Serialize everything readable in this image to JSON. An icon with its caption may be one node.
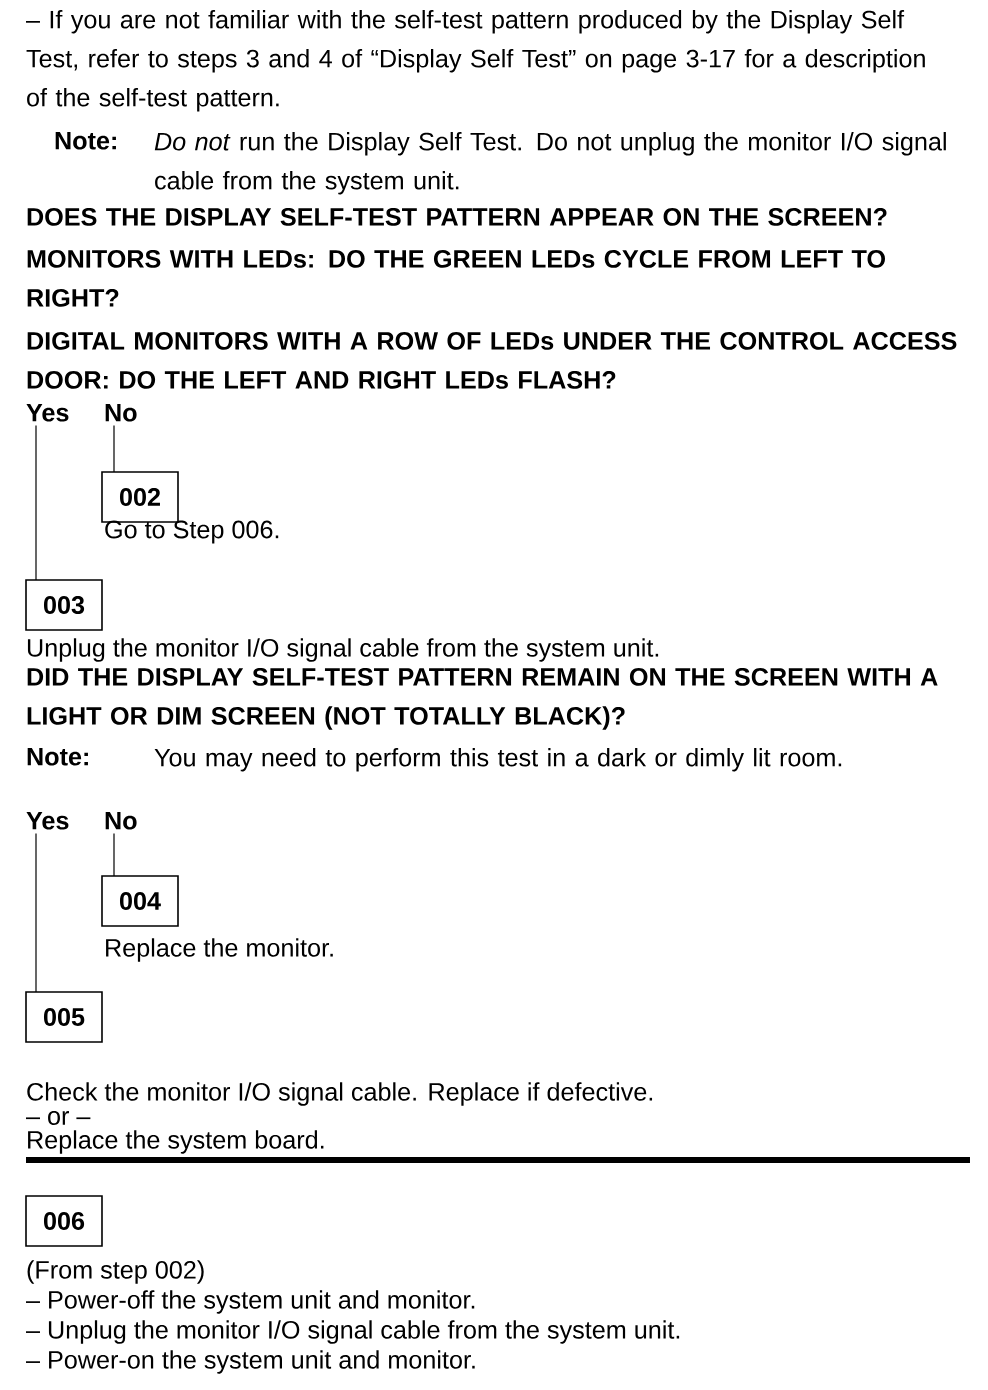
{
  "diagram": {
    "nodes": [
      {
        "text": [
          "Yes"
        ]
      },
      {
        "text": [
          "No"
        ]
      },
      {
        "text": [
          "002"
        ],
        "beside": [
          "Go to Step 006."
        ]
      },
      {
        "text": [
          "003"
        ],
        "beside": [
          "Unplug the monitor I/O signal cable from the system unit."
        ]
      },
      {
        "text": [
          "Yes"
        ]
      },
      {
        "text": [
          "No"
        ]
      },
      {
        "text": [
          "004"
        ],
        "beside": [
          "Replace the monitor."
        ]
      },
      {
        "text": [
          "005"
        ],
        "beside": [
          "Check the monitor I/O signal cable. Replace if defective.",
          "– or –",
          "Replace the system board."
        ]
      },
      {
        "text": [
          "006"
        ],
        "beside": [
          "(From step 002)",
          "– Power-off the system unit and monitor.",
          "– Unplug the monitor I/O signal cable from the system unit.",
          "– Power-on the system unit and monitor."
        ]
      }
    ],
    "edges": [
      {
        "from": 1,
        "to": 2,
        "arrow": "none"
      },
      {
        "from": 0,
        "to": 3,
        "arrow": "none"
      },
      {
        "from": 5,
        "to": 6,
        "arrow": "none"
      },
      {
        "from": 4,
        "to": 7,
        "arrow": "none"
      }
    ],
    "labels": [
      "– If you are not familiar with the self-test pattern produced by the Display Self Test, refer to steps 3 and 4 of “Display Self Test” on page 3-17 for a description of the self-test pattern.",
      "Note:",
      "*Do not* run the Display Self Test.  Do not unplug the monitor I/O signal cable from the system unit.",
      "DOES THE DISPLAY SELF-TEST PATTERN APPEAR ON THE SCREEN?",
      "MONITORS WITH LEDs:  DO THE GREEN LEDs CYCLE FROM LEFT TO RIGHT?",
      "DIGITAL MONITORS WITH A ROW OF LEDs UNDER THE CONTROL ACCESS DOOR:  DO THE LEFT AND RIGHT LEDs FLASH?",
      "DID THE DISPLAY SELF-TEST PATTERN REMAIN ON THE SCREEN WITH A LIGHT OR DIM SCREEN (NOT TOTALLY BLACK)?",
      "Note:",
      "You may need to perform this test in a dark or dimly lit room."
    ]
  }
}
